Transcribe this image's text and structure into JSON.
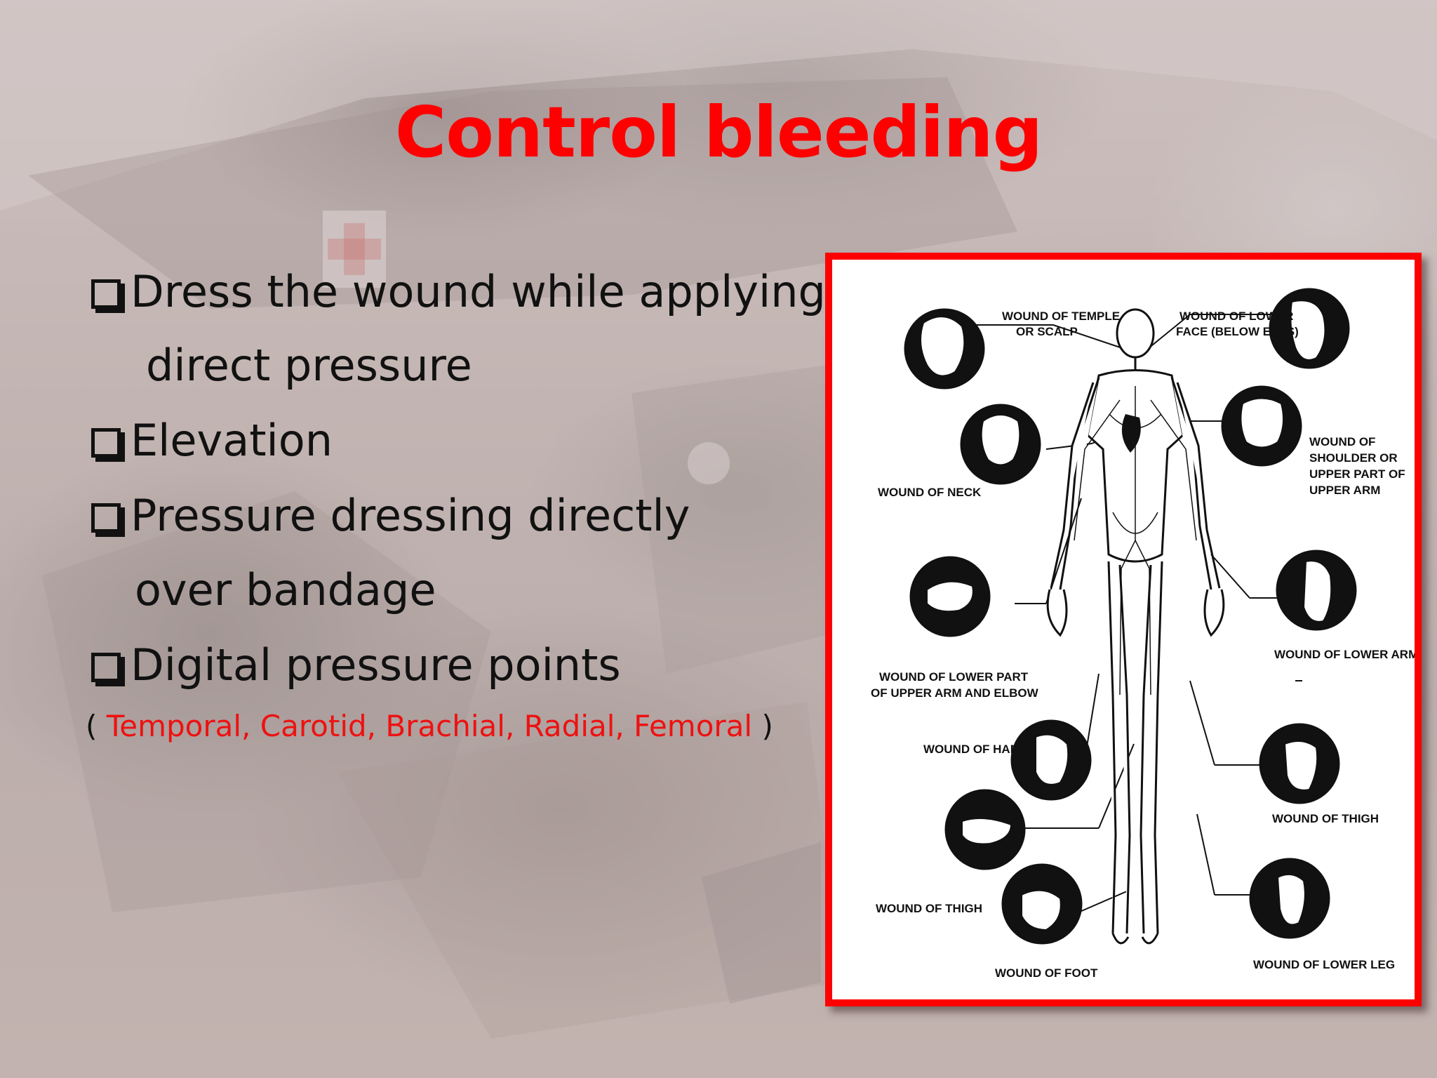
{
  "slide": {
    "title": "Control bleeding",
    "bullets": [
      {
        "line1": "Dress the wound while applying",
        "line2": "direct pressure"
      },
      {
        "line1": "Elevation"
      },
      {
        "line1": "Pressure dressing directly",
        "line2": "over bandage"
      },
      {
        "line1": "Digital pressure points"
      }
    ],
    "note": {
      "open": "( ",
      "points": "Temporal, Carotid, Brachial, Radial, Femoral",
      "close": " )"
    },
    "colors": {
      "title": "#ff0000",
      "note_points": "#ee1111",
      "figure_border": "#ff0000"
    }
  },
  "figure": {
    "labels": {
      "temple_1": "WOUND OF TEMPLE",
      "temple_2": "OR SCALP",
      "lowerface_1": "WOUND OF LOWER",
      "lowerface_2": "FACE (BELOW EYES)",
      "shoulder_1": "WOUND OF",
      "shoulder_2": "SHOULDER OR",
      "shoulder_3": "UPPER PART OF",
      "shoulder_4": "UPPER ARM",
      "neck": "WOUND OF NECK",
      "elbow_1": "WOUND OF LOWER PART",
      "elbow_2": "OF UPPER ARM AND ELBOW",
      "lowerarm": "WOUND OF LOWER ARM",
      "hand": "WOUND OF HAND",
      "thigh_right": "WOUND OF THIGH",
      "thigh_left": "WOUND OF THIGH",
      "foot": "WOUND OF FOOT",
      "lowerleg": "WOUND OF LOWER LEG"
    }
  }
}
